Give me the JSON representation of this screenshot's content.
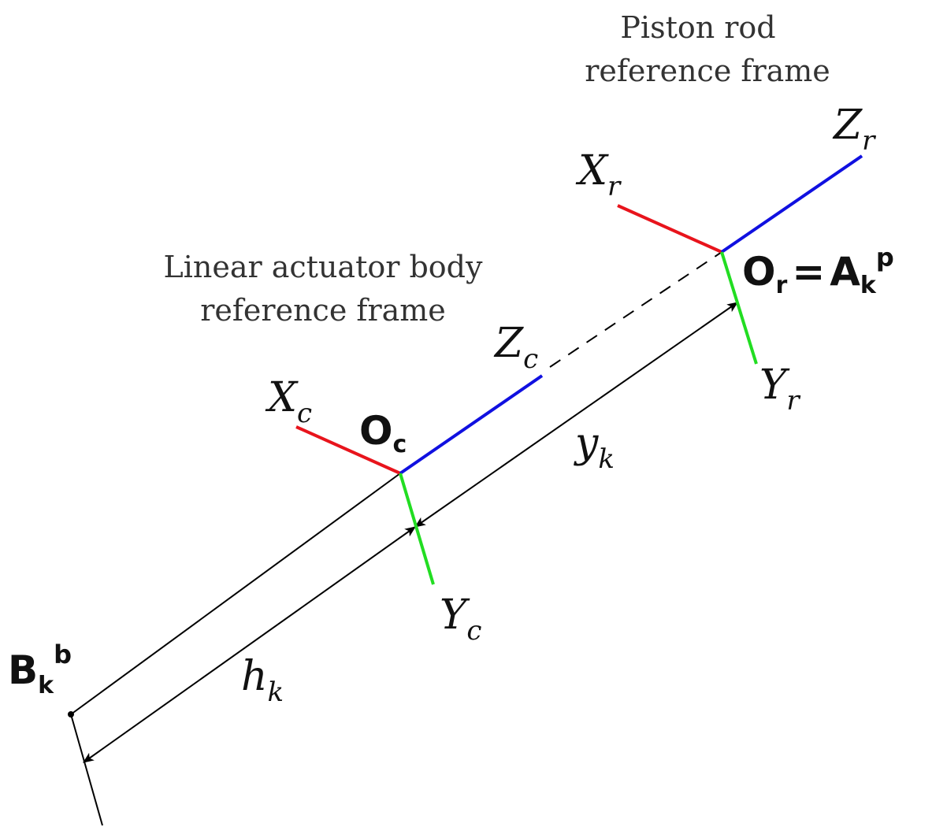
{
  "captions": {
    "piston_line1": "Piston rod",
    "piston_line2": "reference frame",
    "body_line1": "Linear actuator body",
    "body_line2": "reference frame"
  },
  "piston_frame": {
    "x_axis": "X",
    "x_sub": "r",
    "y_axis": "Y",
    "y_sub": "r",
    "z_axis": "Z",
    "z_sub": "r",
    "origin": "O",
    "origin_sub": "r",
    "equals": "=",
    "point": "A",
    "point_sub": "k",
    "point_sup": "p"
  },
  "body_frame": {
    "x_axis": "X",
    "x_sub": "c",
    "y_axis": "Y",
    "y_sub": "c",
    "z_axis": "Z",
    "z_sub": "c",
    "origin": "O",
    "origin_sub": "c"
  },
  "base_point": {
    "label": "B",
    "sub": "k",
    "sup": "b"
  },
  "dimensions": {
    "y_label": "y",
    "y_sub": "k",
    "h_label": "h",
    "h_sub": "k"
  },
  "colors": {
    "x_axis": "#e8141c",
    "y_axis": "#22dd22",
    "z_axis": "#1010e0",
    "line": "#000000"
  }
}
